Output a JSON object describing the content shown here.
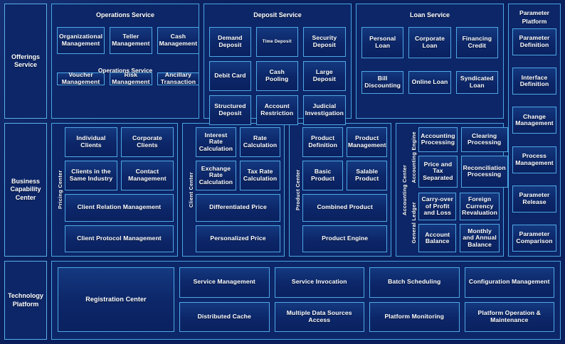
{
  "colors": {
    "background": "#0a1f5c",
    "panel_fill": "#0c2668",
    "box_fill": "#14387f",
    "border": "#4fa8e6",
    "text": "#ffffff"
  },
  "rows": [
    {
      "label": "Offerings Service",
      "groups": [
        {
          "title": "Operations Service",
          "overlay_title": "Operations Service",
          "items": [
            "Organizational Management",
            "Teller Management",
            "Cash Management",
            "Voucher Management",
            "Risk Management",
            "Ancillary Transaction"
          ]
        },
        {
          "title": "Deposit Service",
          "items": [
            "Demand Deposit",
            "Time Deposit",
            "Security Deposit",
            "Debit Card",
            "Cash Pooling",
            "Large Deposit",
            "Structured Deposit",
            "Account Restriction",
            "Judicial Investigation"
          ],
          "small_font_items": [
            "Time Deposit"
          ]
        },
        {
          "title": "Loan Service",
          "items": [
            "Personal Loan",
            "Corporate Loan",
            "Financing Credit",
            "Bill Discounting",
            "Online Loan",
            "Syndicated Loan"
          ]
        }
      ]
    },
    {
      "label": "Business Capability Center",
      "groups": [
        {
          "vlabel": "Pricing Center",
          "pairs": [
            [
              "Individual Clients",
              "Corporate Clients"
            ],
            [
              "Clients in the Same Industry",
              "Contact Management"
            ]
          ],
          "wide": [
            "Client Relation Management",
            "Client Protocol Management"
          ]
        },
        {
          "vlabel": "Client Center",
          "pairs": [
            [
              "Interest Rate Calculation",
              "Rate Calculation"
            ],
            [
              "Exchange Rate Calculation",
              "Tax Rate Calculation"
            ]
          ],
          "wide": [
            "Differentiated Price",
            "Personalized Price"
          ]
        },
        {
          "vlabel": "Product Center",
          "pairs": [
            [
              "Product Definition",
              "Product Management"
            ],
            [
              "Basic Product",
              "Salable Product"
            ]
          ],
          "wide": [
            "Combined Product",
            "Product Engine"
          ]
        },
        {
          "vlabel": "Accounting Center",
          "subgroups": [
            {
              "vlabel": "Accounting Engine",
              "items": [
                "Accounting Processing",
                "Clearing Processing",
                "Price and Tax Separated",
                "Reconciliation Processing"
              ]
            },
            {
              "vlabel": "General Ledger",
              "items": [
                "Carry-over of Profit and Loss",
                "Foreign Currency Revaluation",
                "Account Balance",
                "Monthly and Annual Balance"
              ]
            }
          ]
        }
      ]
    },
    {
      "label": "Technology Platform",
      "registration": "Registration Center",
      "columns": [
        [
          "Service Management",
          "Distributed Cache"
        ],
        [
          "Service Invocation",
          "Multiple Data Sources Access"
        ],
        [
          "Batch Scheduling",
          "Platform Monitoring"
        ],
        [
          "Configuration Management",
          "Platform Operation & Maintenance"
        ]
      ]
    }
  ],
  "parameter_platform": {
    "title": "Parameter Platform",
    "items": [
      "Parameter Definition",
      "Interface Definition",
      "Change Management",
      "Process Management",
      "Parameter Release",
      "Parameter Comparison"
    ]
  }
}
